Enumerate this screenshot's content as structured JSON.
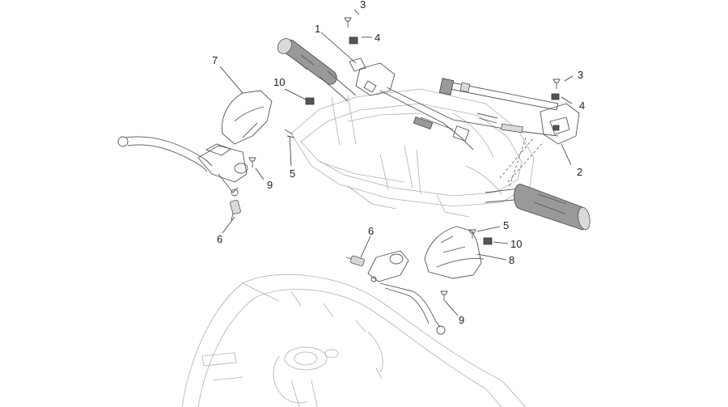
{
  "callouts": {
    "c1": "1",
    "c2": "2",
    "c3a": "3",
    "c3b": "3",
    "c4a": "4",
    "c4b": "4",
    "c5a": "5",
    "c5b": "5",
    "c6a": "6",
    "c6b": "6",
    "c7": "7",
    "c8": "8",
    "c9a": "9",
    "c9b": "9",
    "c10a": "10",
    "c10b": "10"
  },
  "colors": {
    "line": "#555555",
    "faint_line": "#b0b0b0",
    "part_fill": "#999999",
    "label_text": "#222222"
  }
}
